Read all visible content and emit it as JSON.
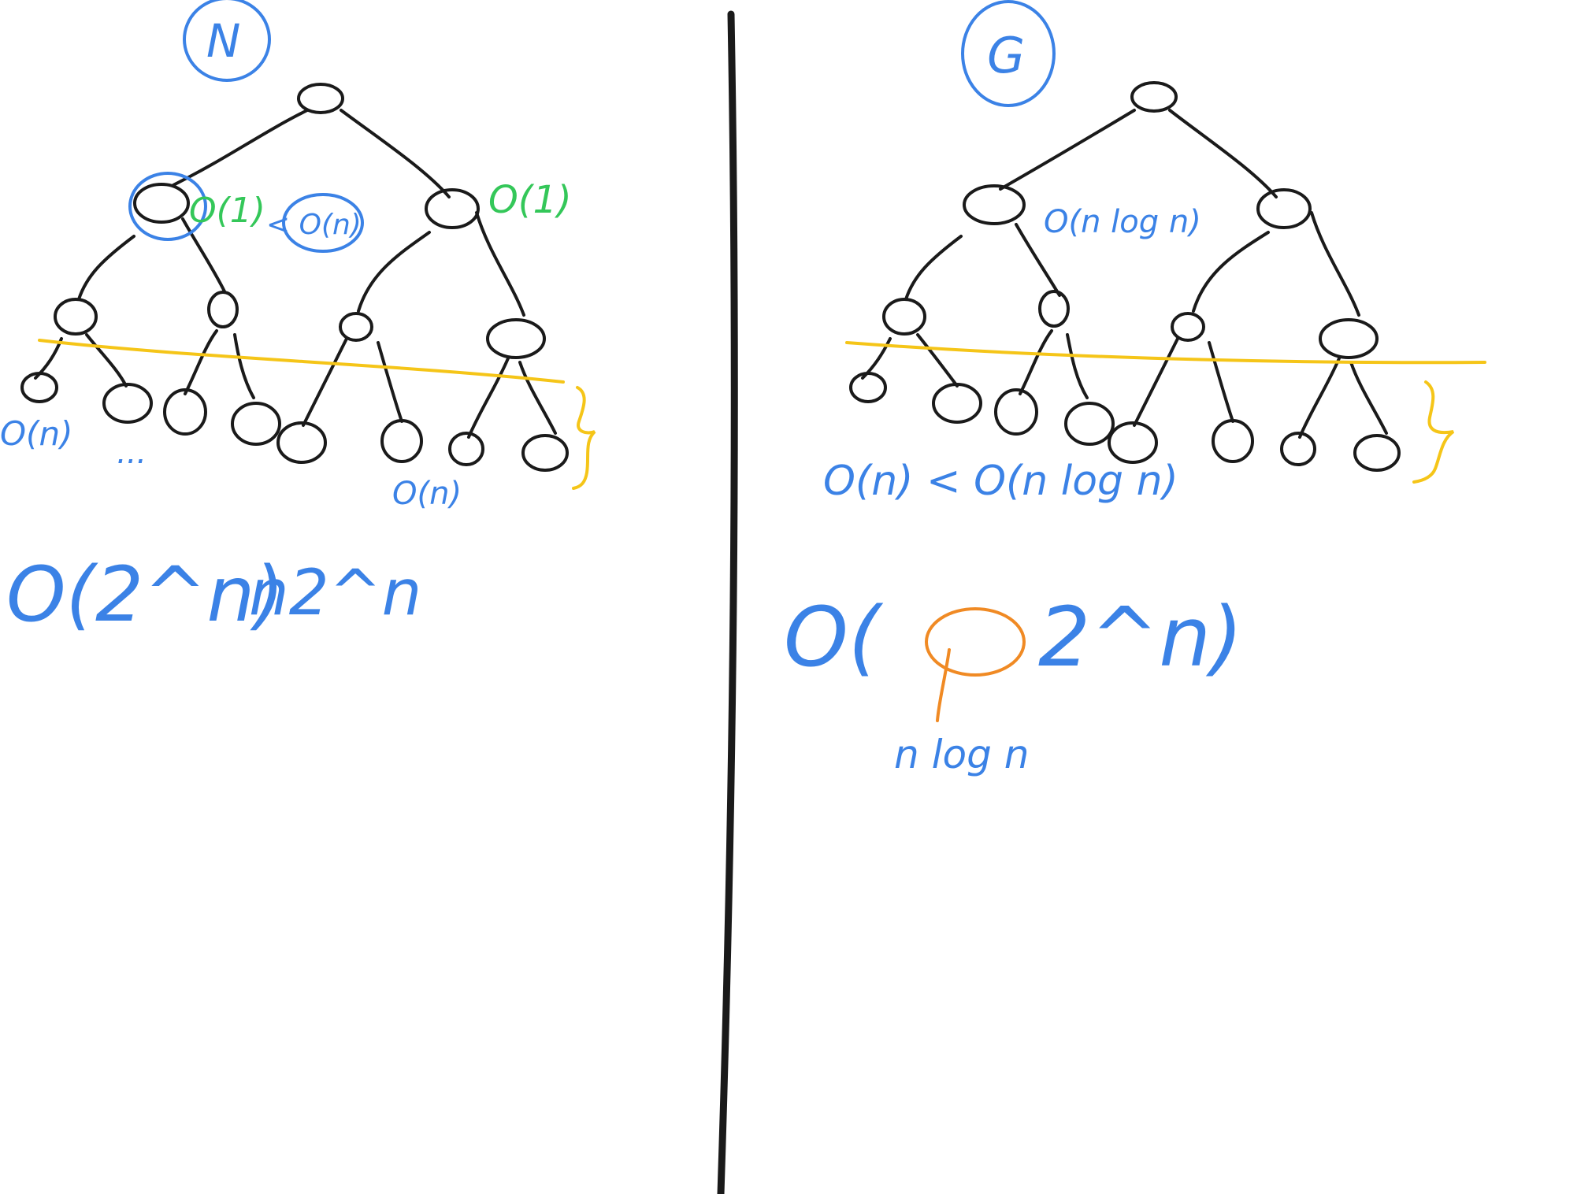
{
  "colors": {
    "ink": "#1a1a1a",
    "blue": "#3b82e6",
    "green": "#34c759",
    "gold": "#f5c518",
    "orange": "#f08a24",
    "background": "#ffffff"
  },
  "left_panel": {
    "corner_letter": "N",
    "root_child_left_cost": "O(1)",
    "comparison_left": "< O(n)",
    "root_child_right_cost": "O(1)",
    "leaf_left_cost": "O(n)",
    "ellipsis": "...",
    "leaf_bottom_cost": "O(n)",
    "total_formula": "O(2^n)",
    "side_formula": "n2^n"
  },
  "right_panel": {
    "corner_letter": "G",
    "level_cost": "O(n log n)",
    "leaf_comparison": "O(n) < O(n log n)",
    "total_formula_prefix": "O(",
    "total_formula_suffix": "2^n)",
    "circled_annotation": "n log n"
  }
}
